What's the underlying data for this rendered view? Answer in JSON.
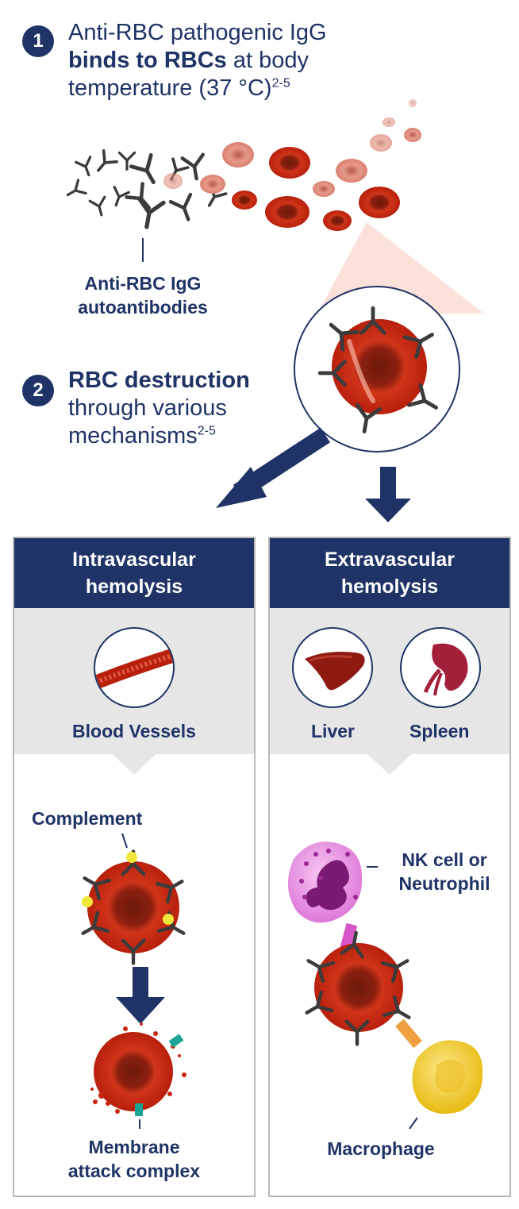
{
  "step1": {
    "number": "1",
    "line1": "Anti-RBC pathogenic IgG",
    "line2_bold": "binds to RBCs",
    "line2_rest": " at body",
    "line3": "temperature (37 °C)",
    "line3_sup": "2-5"
  },
  "antibody_label": {
    "line1": "Anti-RBC IgG",
    "line2": "autoantibodies"
  },
  "step2": {
    "number": "2",
    "line1_bold": "RBC destruction",
    "line2": "through various",
    "line3": "mechanisms",
    "line3_sup": "2-5"
  },
  "intravascular": {
    "header_line1": "Intravascular",
    "header_line2": "hemolysis",
    "site_label": "Blood Vessels",
    "complement_label": "Complement",
    "mac_line1": "Membrane",
    "mac_line2": "attack complex"
  },
  "extravascular": {
    "header_line1": "Extravascular",
    "header_line2": "hemolysis",
    "liver_label": "Liver",
    "spleen_label": "Spleen",
    "nk_line1": "NK cell or",
    "nk_line2": "Neutrophil",
    "macrophage_label": "Macrophage"
  },
  "colors": {
    "navy": "#1f3366",
    "rbc_red": "#c8260f",
    "rbc_dark": "#6e1a0c",
    "antibody_gray": "#3b3b3b",
    "complement_yellow": "#f2e63a",
    "mac_teal": "#1aa598",
    "nk_pink": "#e58ae0",
    "macrophage_yellow": "#f4d22a",
    "panel_gray": "#e6e6e6"
  },
  "icons": [
    "antibody-icon",
    "rbc-icon",
    "blood-vessel-icon",
    "liver-icon",
    "spleen-icon",
    "nk-cell-icon",
    "macrophage-icon",
    "down-arrow-icon"
  ]
}
